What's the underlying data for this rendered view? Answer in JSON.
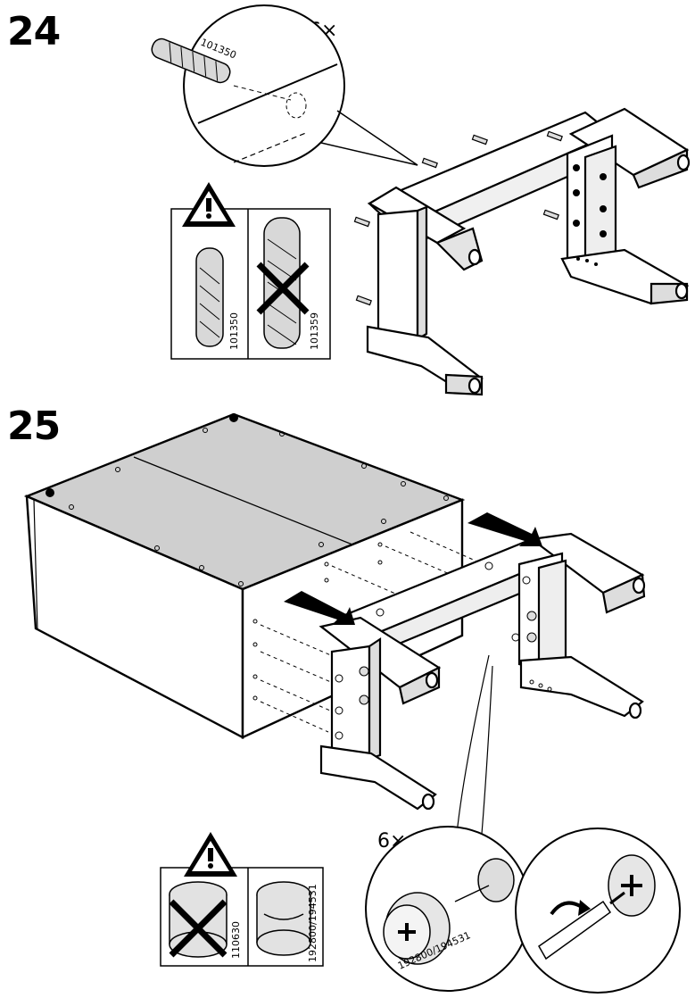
{
  "steps": [
    {
      "number": "24",
      "quantity": "6×",
      "part_labels": {
        "dowel_callout": "101350",
        "correct_dowel": "101350",
        "wrong_dowel": "101359"
      },
      "icons": [
        "warning-icon",
        "forbidden-cross-icon"
      ]
    },
    {
      "number": "25",
      "quantity": "6×",
      "part_labels": {
        "wrong_cam_lock": "110630",
        "correct_cam_lock": "192800/194531",
        "cam_lock_callout": "192800/194531"
      },
      "icons": [
        "warning-icon",
        "forbidden-cross-icon",
        "arrow-right-icon",
        "screwdriver-icon",
        "rotate-clockwise-icon"
      ]
    }
  ]
}
